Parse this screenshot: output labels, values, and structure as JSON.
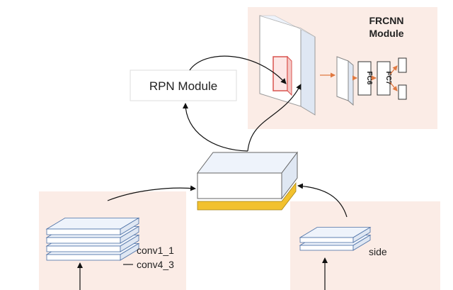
{
  "frcnn": {
    "title_line1": "FRCNN",
    "title_line2": "Module",
    "fc6": "FC6",
    "fc7": "FC7"
  },
  "rpn": {
    "label": "RPN Module"
  },
  "left_stack": {
    "label_top": "conv1_1",
    "label_bottom": "conv4_3"
  },
  "right_stack": {
    "label": "side"
  },
  "colors": {
    "panel_bg": "#fbece6",
    "roi_box": "#d9534f",
    "fc_arrow": "#e07840",
    "yellow_plate": "#f2c12e",
    "layer_fill": "#ffffff",
    "layer_side": "#dfe7f3",
    "layer_top": "#eef3fb"
  }
}
